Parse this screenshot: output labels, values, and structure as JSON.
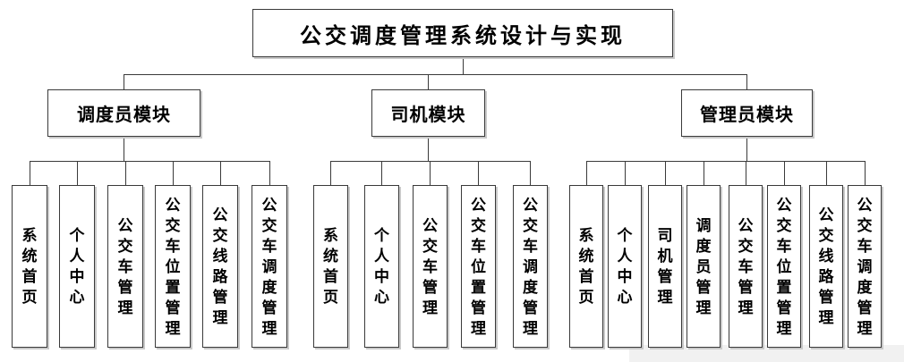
{
  "colors": {
    "line": "#3a3a3a",
    "box_border": "#3a3a3a",
    "text": "#000000",
    "box_shadow": "#c9c9c9",
    "background": "#ffffff"
  },
  "diagram": {
    "root": {
      "label": "公交调度管理系统设计与实现",
      "slug": "system-title"
    },
    "modules": [
      {
        "label": "调度员模块",
        "slug": "dispatcher-module",
        "children": [
          {
            "label": "系统首页",
            "slug": "system-home"
          },
          {
            "label": "个人中心",
            "slug": "personal-center"
          },
          {
            "label": "公交车管理",
            "slug": "bus-management"
          },
          {
            "label": "公交车位置管理",
            "slug": "bus-location-management"
          },
          {
            "label": "公交线路管理",
            "slug": "bus-route-management"
          },
          {
            "label": "公交车调度管理",
            "slug": "bus-dispatch-management"
          }
        ]
      },
      {
        "label": "司机模块",
        "slug": "driver-module",
        "children": [
          {
            "label": "系统首页",
            "slug": "system-home"
          },
          {
            "label": "个人中心",
            "slug": "personal-center"
          },
          {
            "label": "公交车管理",
            "slug": "bus-management"
          },
          {
            "label": "公交车位置管理",
            "slug": "bus-location-management"
          },
          {
            "label": "公交车调度管理",
            "slug": "bus-dispatch-management"
          }
        ]
      },
      {
        "label": "管理员模块",
        "slug": "admin-module",
        "children": [
          {
            "label": "系统首页",
            "slug": "system-home"
          },
          {
            "label": "个人中心",
            "slug": "personal-center"
          },
          {
            "label": "司机管理",
            "slug": "driver-management"
          },
          {
            "label": "调度员管理",
            "slug": "dispatcher-management"
          },
          {
            "label": "公交车管理",
            "slug": "bus-management"
          },
          {
            "label": "公交车位置管理",
            "slug": "bus-location-management"
          },
          {
            "label": "公交线路管理",
            "slug": "bus-route-management"
          },
          {
            "label": "公交车调度管理",
            "slug": "bus-dispatch-management"
          }
        ]
      }
    ]
  }
}
